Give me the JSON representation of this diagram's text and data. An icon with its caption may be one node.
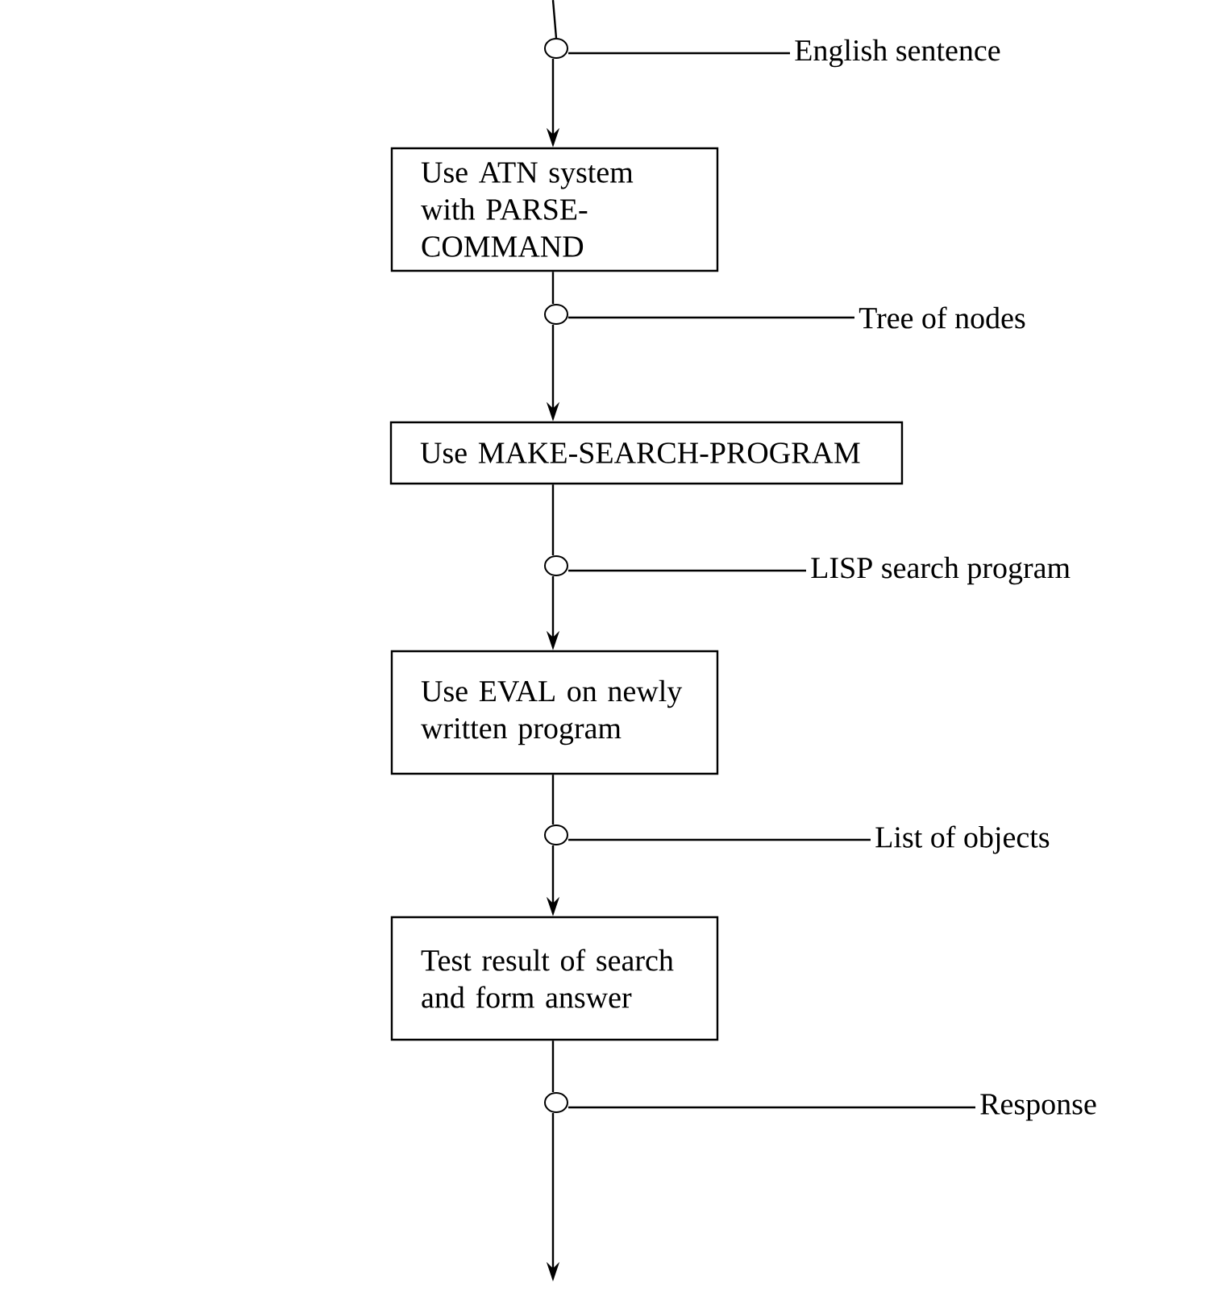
{
  "diagram": {
    "nodes": [
      {
        "text": [],
        "shape": "circle"
      },
      {
        "text": [
          "English sentence"
        ]
      },
      {
        "text": [
          "Use ATN system with PARSE-COMMAND"
        ]
      },
      {
        "text": [],
        "shape": "circle"
      },
      {
        "text": [
          "Tree of nodes"
        ]
      },
      {
        "text": [
          "Use MAKE-SEARCH-PROGRAM"
        ]
      },
      {
        "text": [],
        "shape": "circle"
      },
      {
        "text": [
          "LISP search program"
        ]
      },
      {
        "text": [
          "Use EVAL on newly written program"
        ]
      },
      {
        "text": [],
        "shape": "circle"
      },
      {
        "text": [
          "List of objects"
        ]
      },
      {
        "text": [
          "Test result of search and form answer"
        ]
      },
      {
        "text": [],
        "shape": "circle"
      },
      {
        "text": [
          "Response"
        ]
      }
    ],
    "edges": [
      {
        "from": null,
        "to": 0,
        "arrow": "none"
      },
      {
        "from": 1,
        "to": 0,
        "arrow": "none"
      },
      {
        "from": 0,
        "to": 2,
        "arrow": "to"
      },
      {
        "from": 2,
        "to": 3,
        "arrow": "none"
      },
      {
        "from": 4,
        "to": 3,
        "arrow": "none"
      },
      {
        "from": 3,
        "to": 5,
        "arrow": "to"
      },
      {
        "from": 5,
        "to": 6,
        "arrow": "none"
      },
      {
        "from": 7,
        "to": 6,
        "arrow": "none"
      },
      {
        "from": 6,
        "to": 8,
        "arrow": "to"
      },
      {
        "from": 8,
        "to": 9,
        "arrow": "none"
      },
      {
        "from": 10,
        "to": 9,
        "arrow": "none"
      },
      {
        "from": 9,
        "to": 11,
        "arrow": "to"
      },
      {
        "from": 11,
        "to": 12,
        "arrow": "none"
      },
      {
        "from": 13,
        "to": 12,
        "arrow": "none"
      },
      {
        "from": 12,
        "to": null,
        "arrow": "to"
      }
    ]
  }
}
